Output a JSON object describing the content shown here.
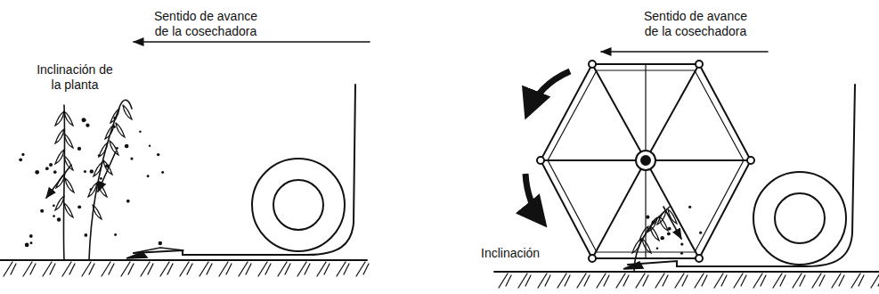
{
  "diagram": {
    "labels": [
      "Sentido de avance de la cosechadora",
      "Inclinación de la planta",
      "Sentido de avance de la cosechadora",
      "Inclinación"
    ]
  }
}
